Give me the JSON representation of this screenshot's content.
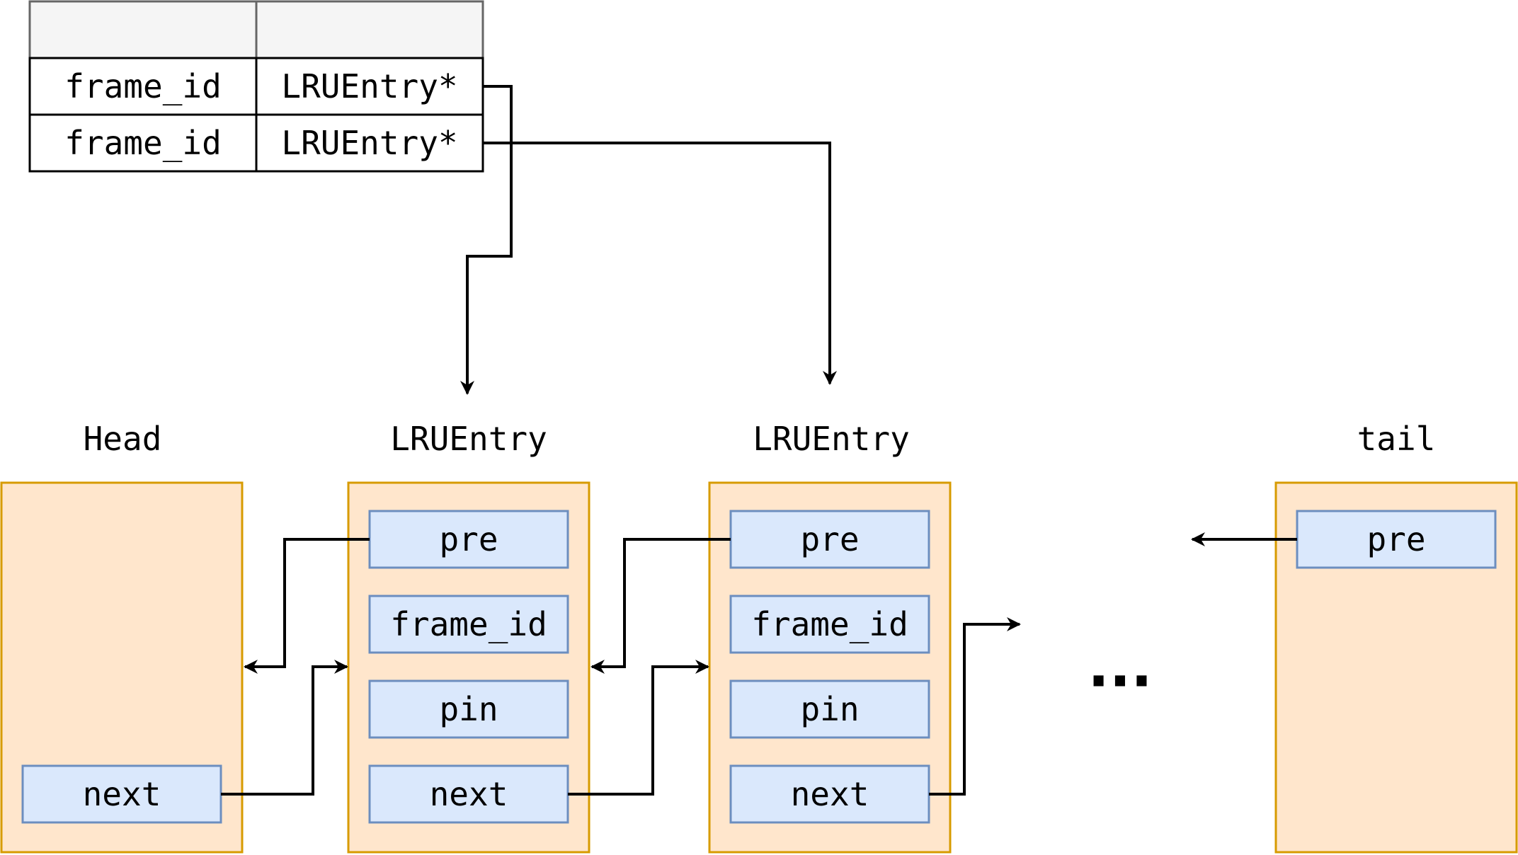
{
  "colors": {
    "header_fill": "#f5f5f5",
    "header_stroke": "#666666",
    "table_stroke": "#000000",
    "node_fill": "#ffe6cc",
    "node_stroke": "#d79b00",
    "field_fill": "#dae8fc",
    "field_stroke": "#6c8ebf",
    "arrow": "#000000"
  },
  "hash_table": {
    "header": [
      "",
      ""
    ],
    "rows": [
      {
        "key": "frame_id",
        "value": "LRUEntry*"
      },
      {
        "key": "frame_id",
        "value": "LRUEntry*"
      }
    ]
  },
  "nodes": {
    "head": {
      "title": "Head",
      "fields": {
        "next": "next"
      }
    },
    "entry1": {
      "title": "LRUEntry",
      "fields": {
        "pre": "pre",
        "frame_id": "frame_id",
        "pin": "pin",
        "next": "next"
      }
    },
    "entry2": {
      "title": "LRUEntry",
      "fields": {
        "pre": "pre",
        "frame_id": "frame_id",
        "pin": "pin",
        "next": "next"
      }
    },
    "tail": {
      "title": "tail",
      "fields": {
        "pre": "pre"
      }
    }
  },
  "ellipsis": "..."
}
